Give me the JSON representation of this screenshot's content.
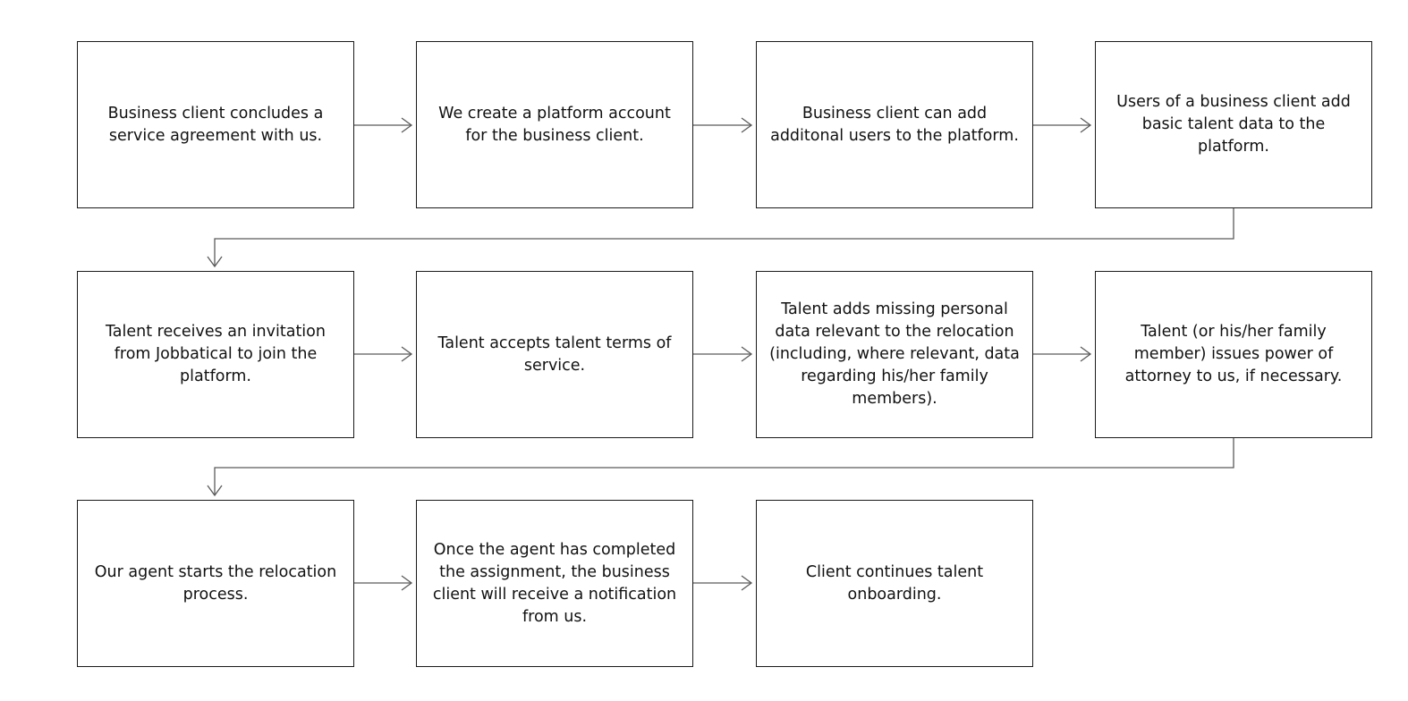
{
  "steps": [
    {
      "text": "Business client concludes a service agreement with us."
    },
    {
      "text": "We create a platform account for the business client."
    },
    {
      "text": "Business client can add additonal users to the platform."
    },
    {
      "text": "Users of a business client add basic talent data to the platform."
    },
    {
      "text": "Talent receives an invitation from Jobbatical to join the platform."
    },
    {
      "text": "Talent accepts talent terms of service."
    },
    {
      "text": "Talent adds missing personal data relevant to the relocation (including, where relevant, data regarding his/her family members)."
    },
    {
      "text": "Talent (or his/her family member) issues power of attorney to us, if necessary."
    },
    {
      "text": "Our agent starts the relocation process."
    },
    {
      "text": "Once the agent has completed the assignment, the business client will receive a notification from us."
    },
    {
      "text": "Client continues talent onboarding."
    }
  ],
  "colors": {
    "box_border": "#1a1a1a",
    "connector": "#5a5a5a",
    "text": "#111111",
    "background": "#ffffff"
  }
}
